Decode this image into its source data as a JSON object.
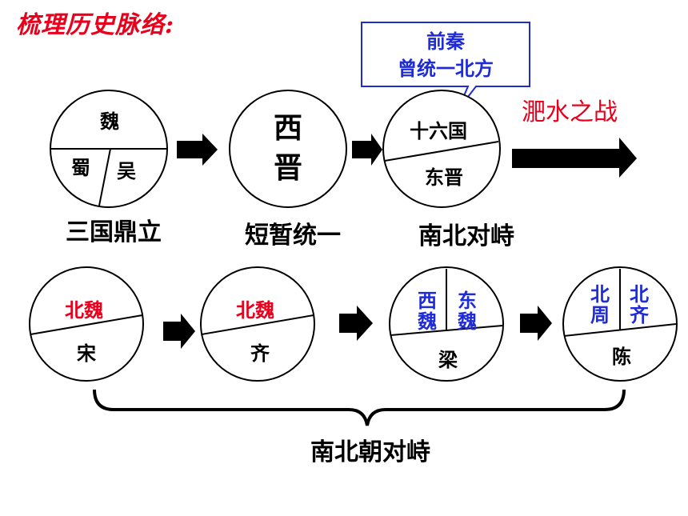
{
  "title": "梳理历史脉络:",
  "callout": {
    "line1": "前秦",
    "line2": "曾统一北方"
  },
  "battle": "淝水之战",
  "circles": {
    "c1": {
      "top": "魏",
      "left": "蜀",
      "right": "吴"
    },
    "c2": {
      "line1": "西",
      "line2": "晋"
    },
    "c3": {
      "top": "十六国",
      "bottom": "东晋"
    },
    "c4": {
      "top": "北魏",
      "bottom": "宋"
    },
    "c5": {
      "top": "北魏",
      "bottom": "齐"
    },
    "c6": {
      "tl1": "西",
      "tl2": "魏",
      "tr1": "东",
      "tr2": "魏",
      "bottom": "梁"
    },
    "c7": {
      "tl1": "北",
      "tl2": "周",
      "tr1": "北",
      "tr2": "齐",
      "bottom": "陈"
    }
  },
  "captions": {
    "c1": "三国鼎立",
    "c2": "短暂统一",
    "c3": "南北对峙",
    "bottom": "南北朝对峙"
  },
  "colors": {
    "red": "#e8001c",
    "blue": "#1f2bd6",
    "black": "#000000"
  }
}
